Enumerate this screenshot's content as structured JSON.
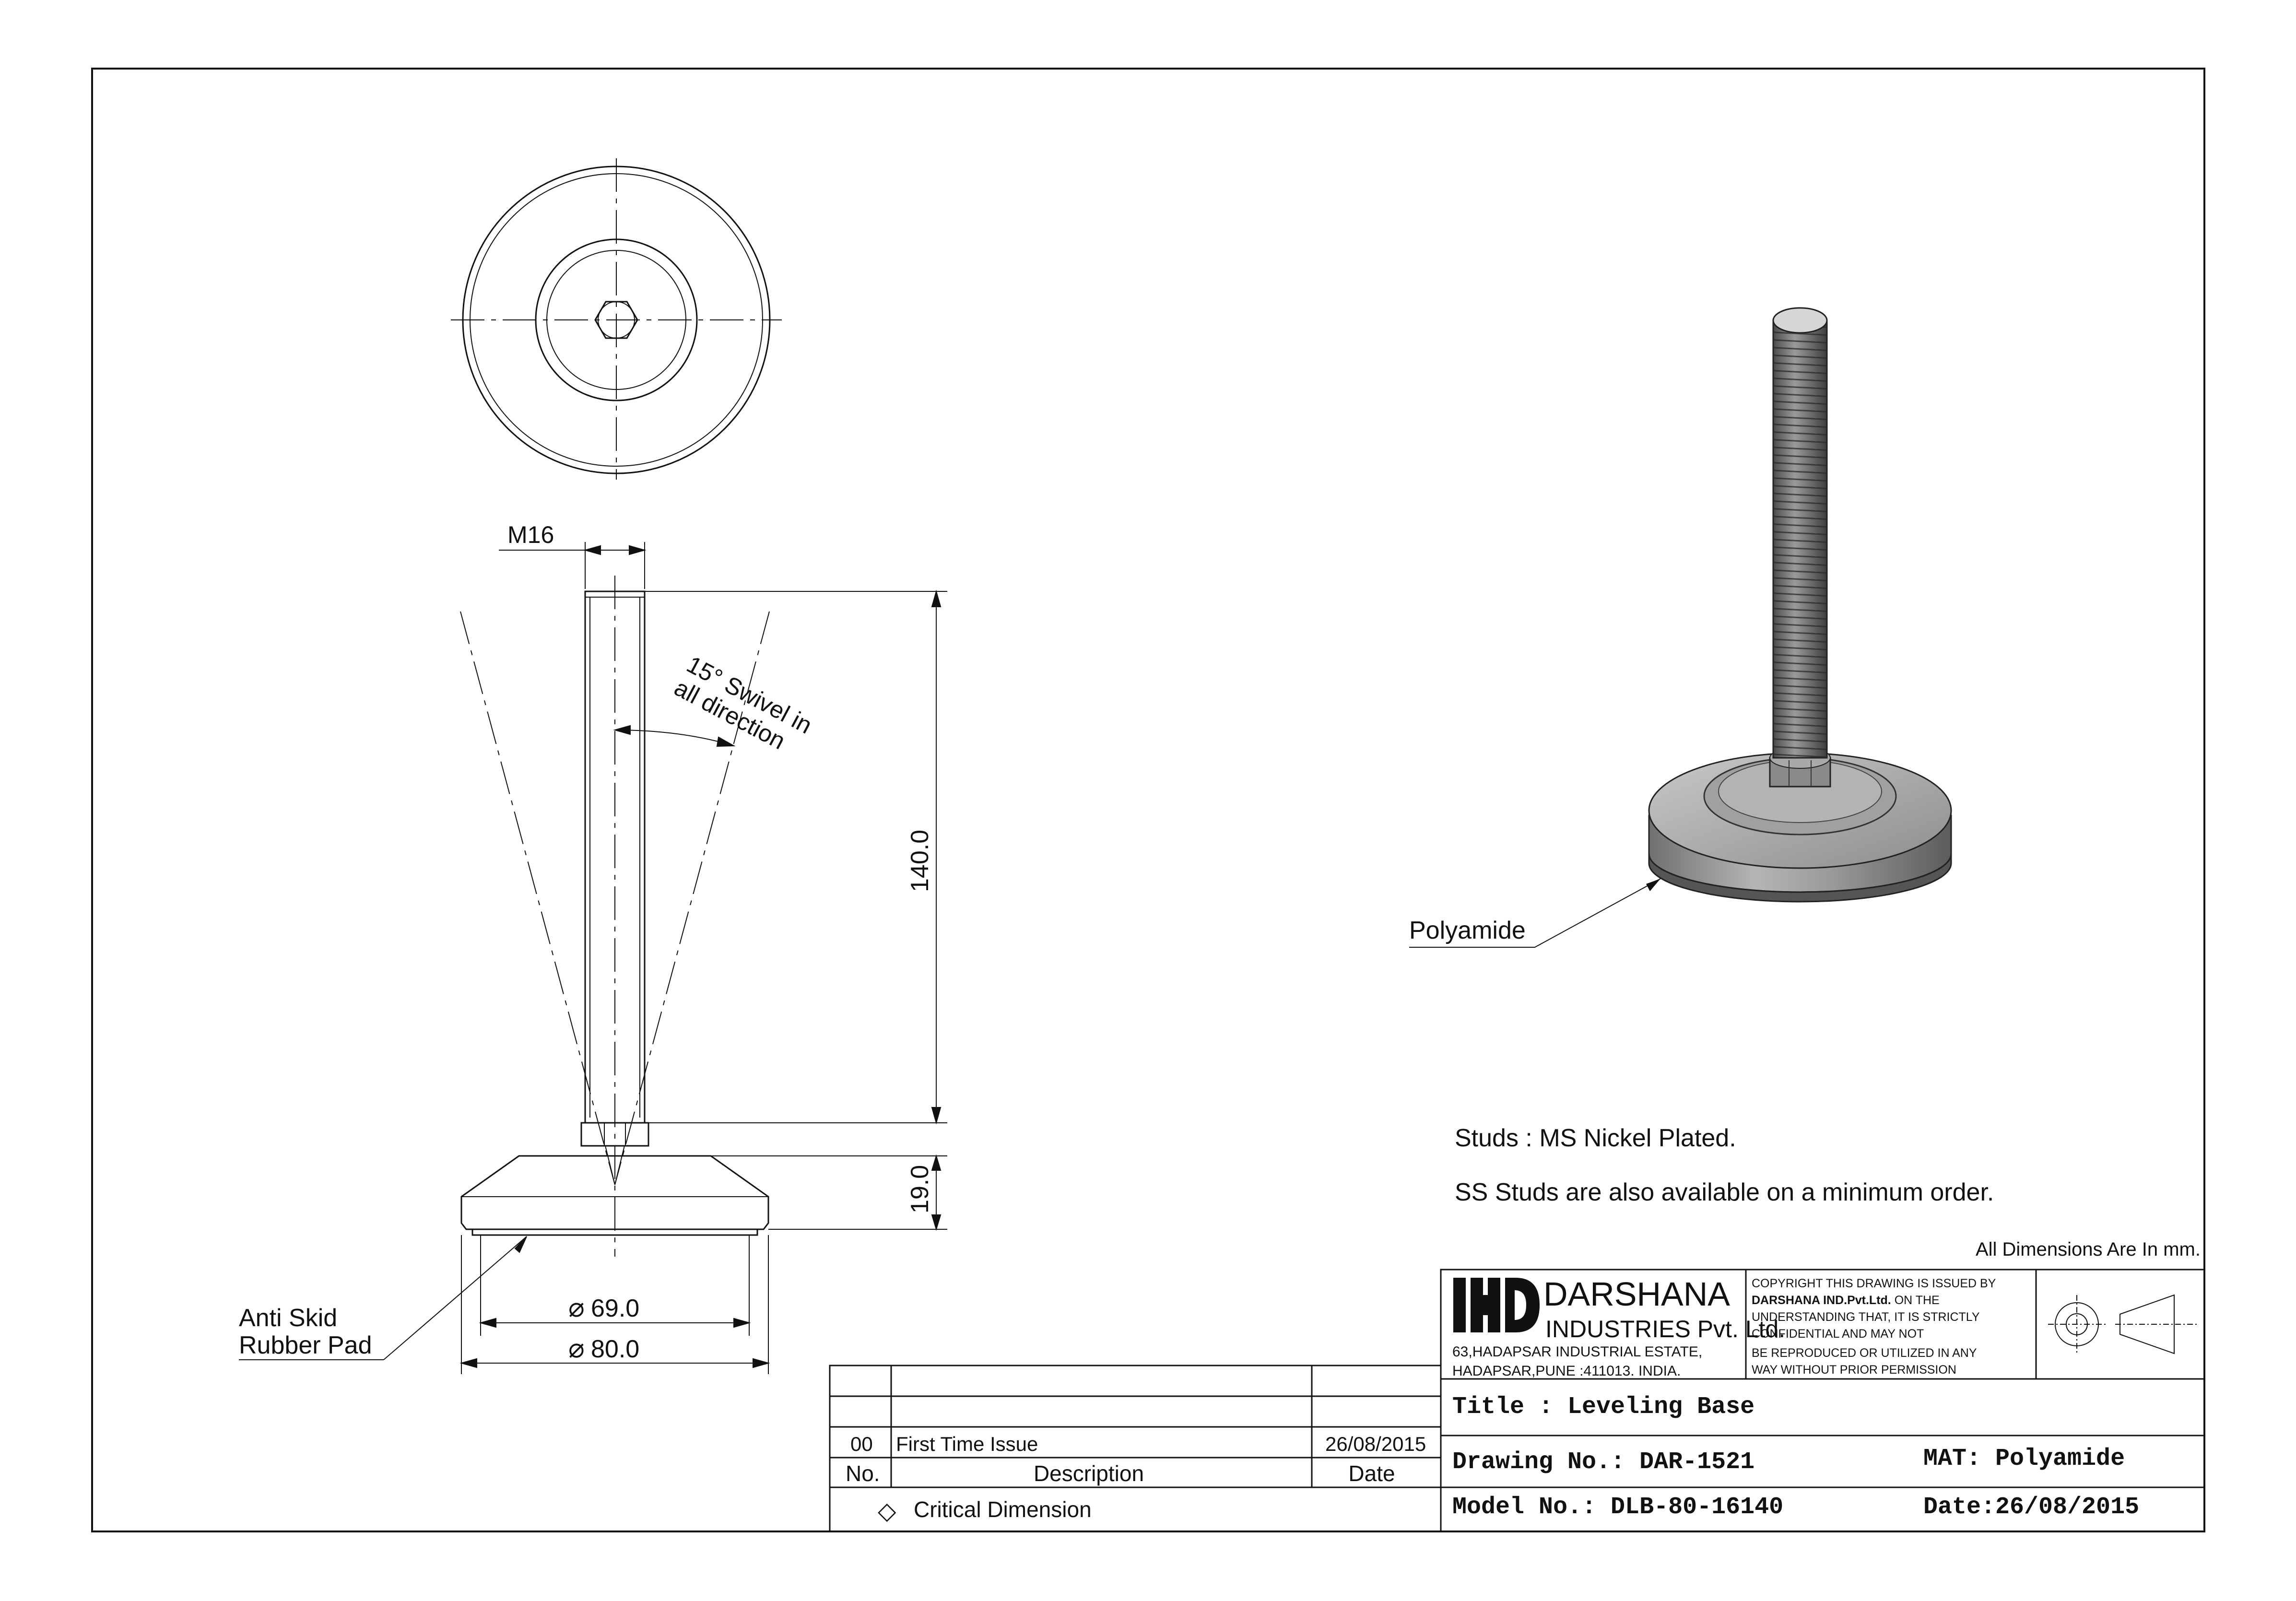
{
  "drawing": {
    "dims": {
      "m16": "M16",
      "height_140": "140.0",
      "height_19": "19.0",
      "dia_69": "69.0",
      "dia_80": "80.0",
      "diameter_symbol": "⌀"
    },
    "swivel_line1": "15° Swivel in",
    "swivel_line2": "all direction",
    "pad_line1": "Anti Skid",
    "pad_line2": "Rubber Pad",
    "polyamide_label": "Polyamide"
  },
  "notes": {
    "line1": "Studs : MS Nickel Plated.",
    "line2": "SS Studs are also available on a minimum order.",
    "units": "All Dimensions Are In mm."
  },
  "company": {
    "name": "DARSHANA",
    "sub": "INDUSTRIES Pvt. Ltd.",
    "addr1": "63,HADAPSAR INDUSTRIAL ESTATE,",
    "addr2": "HADAPSAR,PUNE :411013. INDIA.",
    "copyright_1": "COPYRIGHT THIS DRAWING IS ISSUED BY",
    "copyright_2a": "DARSHANA IND.Pvt.Ltd.",
    "copyright_2b": " ON THE",
    "copyright_3": "UNDERSTANDING THAT, IT IS STRICTLY",
    "copyright_4": "CONFIDENTIAL AND MAY NOT",
    "copyright_5": "BE REPRODUCED OR UTILIZED IN ANY",
    "copyright_6": "WAY WITHOUT PRIOR PERMISSION"
  },
  "title_block": {
    "title": "Title : Leveling Base",
    "drawing_no": "Drawing No.: DAR-1521",
    "mat": "MAT: Polyamide",
    "model_no": "Model No.: DLB-80-16140",
    "date": "Date:26/08/2015"
  },
  "revision": {
    "rows": [
      {
        "no": "00",
        "description": "First Time Issue",
        "date": "26/08/2015"
      }
    ],
    "headers": {
      "no": "No.",
      "description": "Description",
      "date": "Date"
    },
    "critical_symbol": "◇",
    "critical": "Critical Dimension"
  }
}
